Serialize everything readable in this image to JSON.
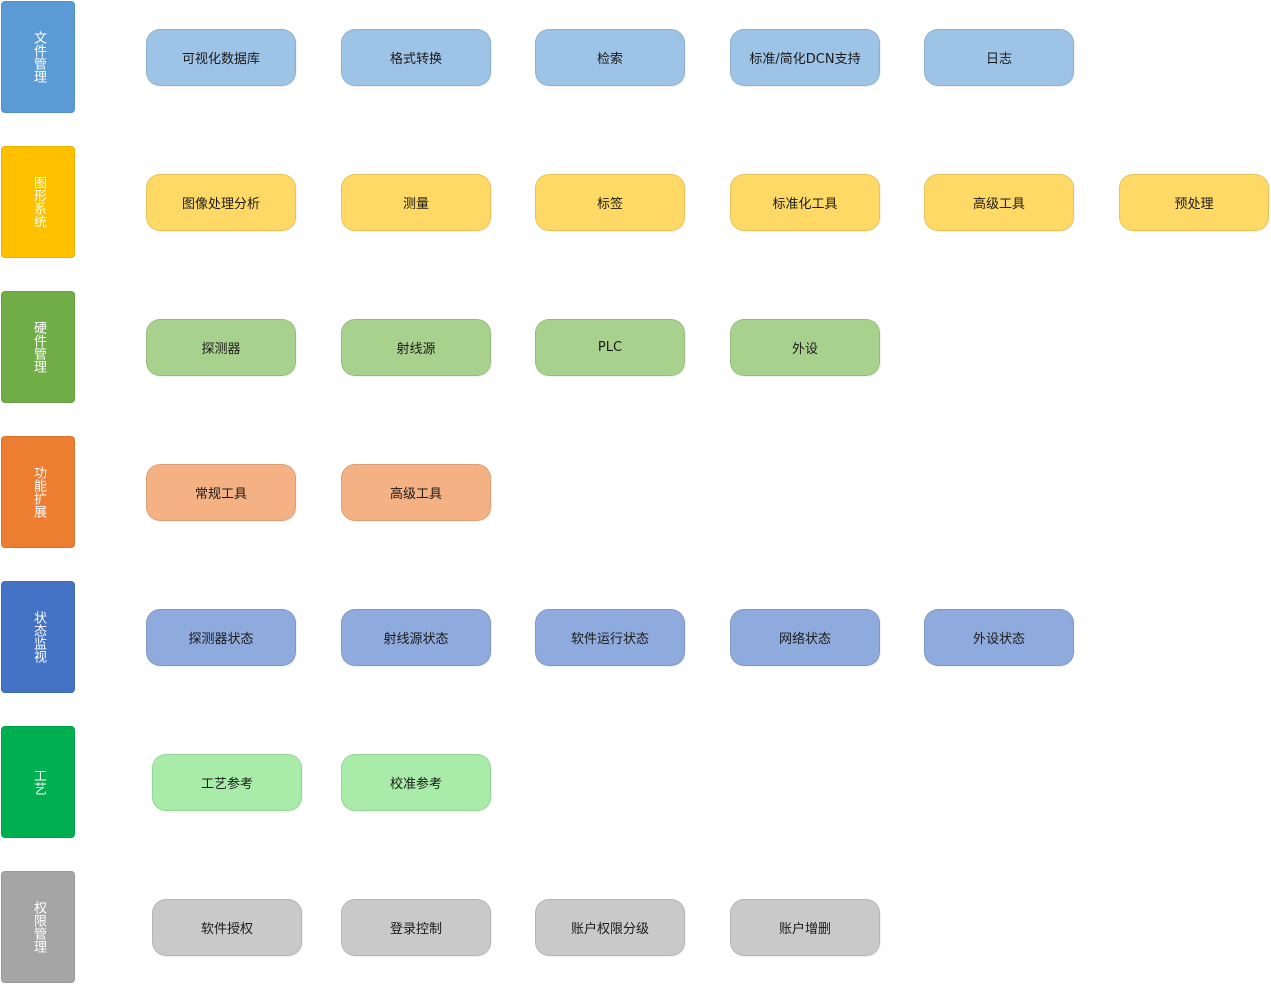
{
  "rows": [
    {
      "category": "文件管理",
      "category_color": "#5B9BD5",
      "item_color": "#9DC3E6",
      "items": [
        "可视化数据库",
        "格式转换",
        "检索",
        "标准/简化DCN支持",
        "日志"
      ]
    },
    {
      "category": "图形系统",
      "category_color": "#FFC000",
      "item_color": "#FFD966",
      "items": [
        "图像处理分析",
        "测量",
        "标签",
        "标准化工具",
        "高级工具",
        "预处理"
      ]
    },
    {
      "category": "硬件管理",
      "category_color": "#70AD47",
      "item_color": "#A9D18E",
      "items": [
        "探测器",
        "射线源",
        "PLC",
        "外设"
      ]
    },
    {
      "category": "功能扩展",
      "category_color": "#ED7D31",
      "item_color": "#F4B183",
      "items": [
        "常规工具",
        "高级工具"
      ]
    },
    {
      "category": "状态监视",
      "category_color": "#4472C4",
      "item_color": "#8FAADC",
      "items": [
        "探测器状态",
        "射线源状态",
        "软件运行状态",
        "网络状态",
        "外设状态"
      ]
    },
    {
      "category": "工艺",
      "category_color": "#00B050",
      "item_color": "#A9EBA9",
      "items": [
        "工艺参考",
        "校准参考"
      ]
    },
    {
      "category": "权限管理",
      "category_color": "#A5A5A5",
      "item_color": "#C9C9C9",
      "items": [
        "软件授权",
        "登录控制",
        "账户权限分级",
        "账户增删"
      ]
    }
  ]
}
